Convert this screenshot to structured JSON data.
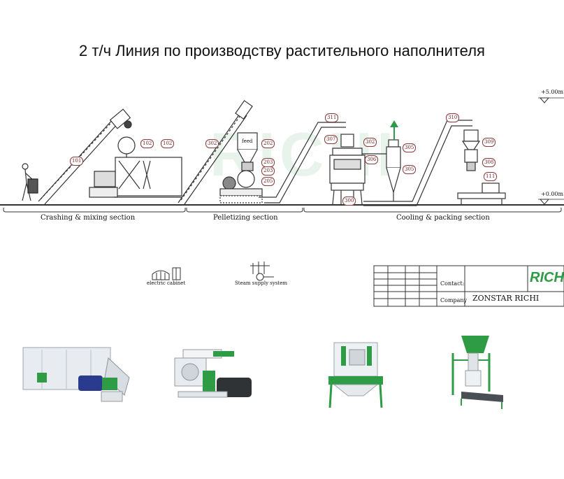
{
  "title": "2 т/ч Линия по производству растительного наполнителя",
  "levels": {
    "top": "+5.00m",
    "ground": "+0.00m"
  },
  "sections": [
    "Crashing & mixing section",
    "Pelletizing section",
    "Cooling & packing section"
  ],
  "tags": {
    "t101": "101",
    "t102a": "102",
    "t102b": "102",
    "t302a": "302",
    "t202": "202",
    "t203": "203",
    "t203b": "203",
    "t205": "205",
    "t311": "311",
    "t307": "307",
    "t302b": "302",
    "t306": "306",
    "t305a": "305",
    "t305b": "305",
    "t300": "300",
    "t310": "310",
    "t309": "309",
    "t308": "308",
    "t111": "111"
  },
  "hopper_label": "feed",
  "aux": {
    "electric_cabinet": "electric cabinet",
    "steam_supply": "Steam supply system"
  },
  "title_block": {
    "contact_label": "Contact:",
    "company_label": "Company",
    "company_name": "ZONSTAR RICHI",
    "logo": "RICHI",
    "watermark": "RICHI"
  },
  "colors": {
    "machine_green": "#2e9c45",
    "tag_border": "#8a3b3b",
    "line": "#333333"
  }
}
